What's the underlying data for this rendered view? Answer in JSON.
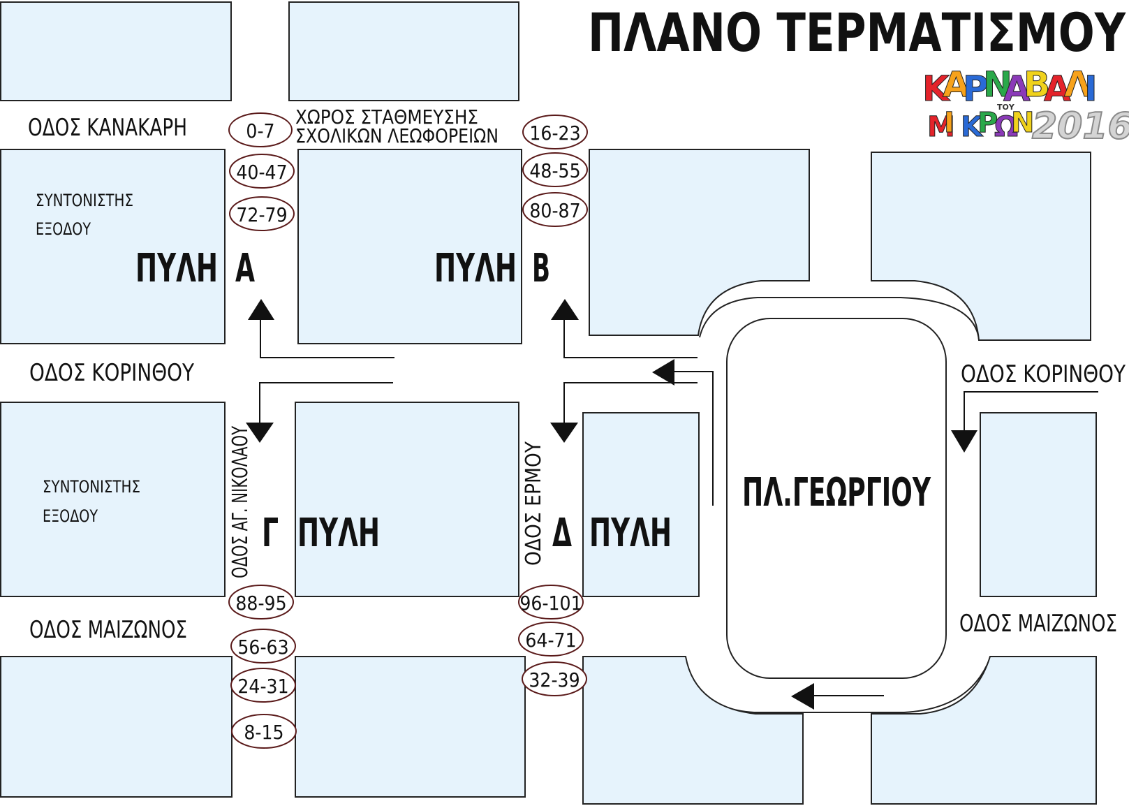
{
  "title": "ΠΛΑΝΟ ΤΕΡΜΑΤΙΣΜΟΥ",
  "logo": {
    "line1": "ΚΑΡΝΑΒΑΛΙ",
    "small": "ΤΟΥ",
    "line2": "ΜΙΚΡΩΝ",
    "year": "2016",
    "colors": [
      "#e4232b",
      "#f7a21b",
      "#2a6ad6",
      "#2aa84a",
      "#8b3ab8",
      "#f0d21c"
    ]
  },
  "streets": {
    "kanakari": "ΟΔΟΣ ΚΑΝΑΚΑΡΗ",
    "korinthou_left": "ΟΔΟΣ ΚΟΡΙΝΘΟΥ",
    "korinthou_right": "ΟΔΟΣ ΚΟΡΙΝΘΟΥ",
    "maizonos_left": "ΟΔΟΣ ΜΑΙΖΩΝΟΣ",
    "maizonos_right": "ΟΔΟΣ ΜΑΙΖΩΝΟΣ",
    "ag_nikolaou": "ΟΔΟΣ ΑΓ. ΝΙΚΟΛΑΟΥ",
    "ermou": "ΟΔΟΣ ΕΡΜΟΥ"
  },
  "parking": {
    "line1": "ΧΩΡΟΣ ΣΤΑΘΜΕΥΣΗΣ",
    "line2": "ΣΧΟΛΙΚΩΝ ΛΕΩΦΟΡΕΙΩΝ"
  },
  "coordinators": [
    {
      "line1": "ΣΥΝΤΟΝΙΣΤΗΣ",
      "line2": "ΕΞΟΔΟΥ"
    },
    {
      "line1": "ΣΥΝΤΟΝΙΣΤΗΣ",
      "line2": "ΕΞΟΔΟΥ"
    }
  ],
  "gates": {
    "a": {
      "word": "ΠΥΛΗ",
      "letter": "Α"
    },
    "b": {
      "word": "ΠΥΛΗ",
      "letter": "Β"
    },
    "g": {
      "word": "ΠΥΛΗ",
      "letter": "Γ"
    },
    "d": {
      "word": "ΠΥΛΗ",
      "letter": "Δ"
    }
  },
  "square": "ΠΛ.ΓΕΩΡΓΙΟΥ",
  "ranges": {
    "gate_a": [
      "0-7",
      "40-47",
      "72-79"
    ],
    "gate_b": [
      "16-23",
      "48-55",
      "80-87"
    ],
    "gate_g": [
      "88-95",
      "56-63",
      "24-31",
      "8-15"
    ],
    "gate_d": [
      "96-101",
      "64-71",
      "32-39"
    ]
  }
}
